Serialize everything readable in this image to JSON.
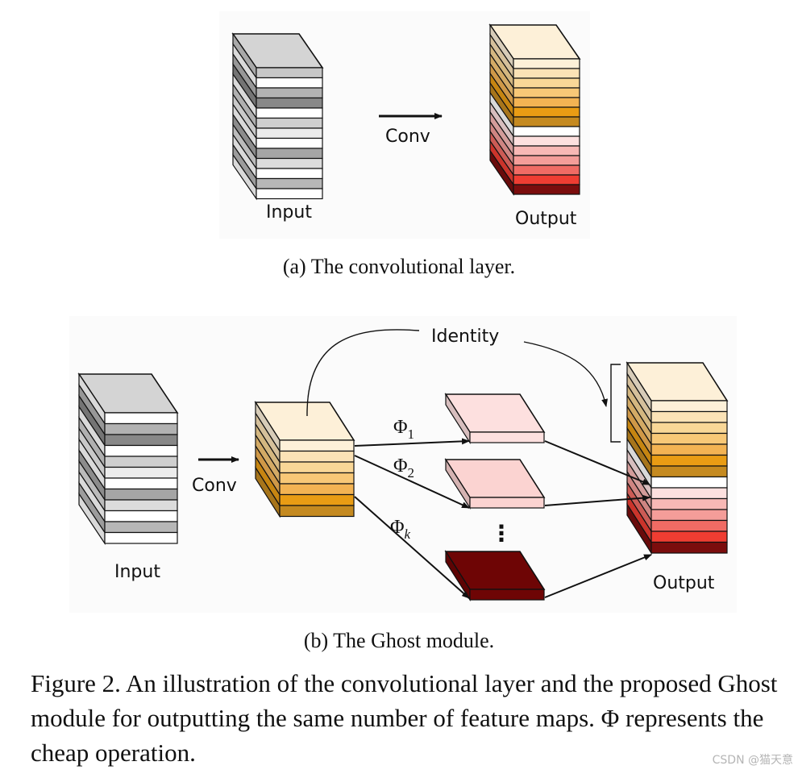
{
  "panel_a": {
    "input_label": "Input",
    "output_label": "Output",
    "op_label": "Conv",
    "caption": "(a)  The convolutional layer.",
    "input_layer_colors": [
      "#c7c7c7",
      "#ffffff",
      "#b2b2b2",
      "#888888",
      "#ffffff",
      "#cfcfcf",
      "#ececec",
      "#ffffff",
      "#a5a5a5",
      "#dcdcdc",
      "#ffffff",
      "#b7b7b7",
      "#ffffff"
    ],
    "output_layer_colors": [
      "#fdf0d8",
      "#fbe2b6",
      "#f9d797",
      "#f8c877",
      "#f3b353",
      "#e99c14",
      "#c58a20",
      "#ffffff",
      "#fde0df",
      "#f8b8b5",
      "#f49d99",
      "#f06b64",
      "#ef3d32",
      "#7b0d0d"
    ]
  },
  "panel_b": {
    "input_label": "Input",
    "output_label": "Output",
    "op_label": "Conv",
    "identity_label": "Identity",
    "phi_labels": [
      "Φ",
      "Φ",
      "Φ"
    ],
    "phi_subscripts": [
      "1",
      "2",
      "k"
    ],
    "ellipsis": "⋮",
    "caption": "(b)  The Ghost module.",
    "intrinsic_layer_colors": [
      "#fdf0d8",
      "#fbe2b6",
      "#f9d797",
      "#f8c877",
      "#f3b353",
      "#e99c14",
      "#c58a20"
    ],
    "ghost_colors": [
      "#fde0df",
      "#fbd3d1",
      "#6e0505"
    ],
    "input_layer_colors": [
      "#ffffff",
      "#b2b2b2",
      "#888888",
      "#ffffff",
      "#cfcfcf",
      "#ececec",
      "#ffffff",
      "#a5a5a5",
      "#dcdcdc",
      "#ffffff",
      "#b7b7b7",
      "#ffffff"
    ],
    "output_layer_colors": [
      "#fdf0d8",
      "#fbe2b6",
      "#f9d797",
      "#f8c877",
      "#f3b353",
      "#e99c14",
      "#c58a20",
      "#ffffff",
      "#fde0df",
      "#f8b8b5",
      "#f49d99",
      "#f06b64",
      "#ef3d32",
      "#7b0d0d"
    ]
  },
  "figure_caption": "Figure 2. An illustration of the convolutional layer and the proposed Ghost module for outputting the same number of feature maps. Φ represents the cheap operation.",
  "watermark": "CSDN @猫天意"
}
